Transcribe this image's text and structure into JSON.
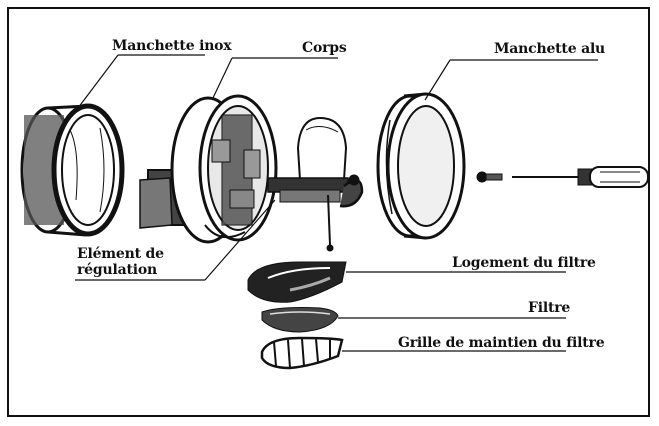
{
  "labels": {
    "manchette_inox": "Manchette inox",
    "corps": "Corps",
    "manchette_alu": "Manchette alu",
    "element_line1": "Elément de",
    "element_line2": "régulation",
    "logement": "Logement du filtre",
    "filtre": "Filtre",
    "grille": "Grille de maintien du filtre"
  },
  "colors": {
    "ink": "#111111",
    "paper": "#ffffff"
  }
}
